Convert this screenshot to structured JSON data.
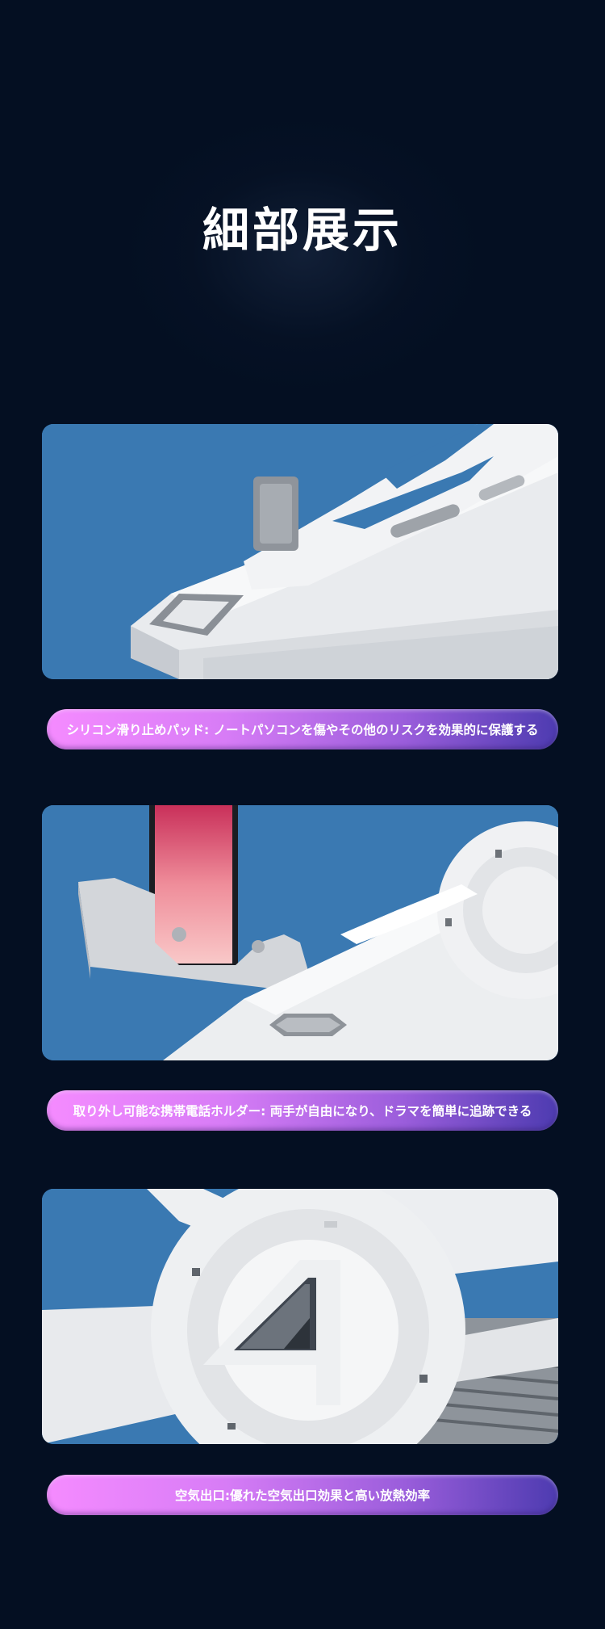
{
  "section_title": "細部展示",
  "features": [
    {
      "caption": "シリコン滑り止めパッド: ノートパソコンを傷やその他のリスクを効果的に保護する"
    },
    {
      "caption": "取り外し可能な携帯電話ホルダー: 両手が自由になり、ドラマを簡単に追跡できる"
    },
    {
      "caption": "空気出口:優れた空気出口効果と高い放熱効率"
    }
  ],
  "colors": {
    "background": "#040f22",
    "photo_backdrop": "#3a79b2",
    "caption_gradient_start": "#f58bff",
    "caption_gradient_end": "#4d3bb0"
  }
}
